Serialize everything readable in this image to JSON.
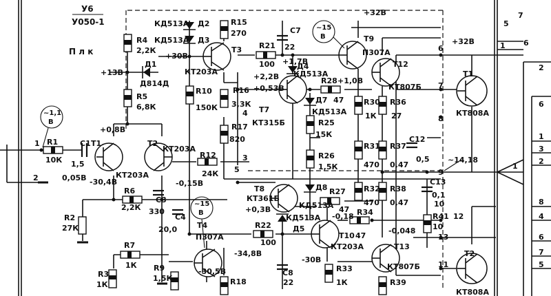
{
  "header": {
    "code_top": "У6",
    "code_bottom": "У050-1",
    "block": "П л к"
  },
  "colors": {
    "ink": "#111111",
    "paper": "#ffffff"
  },
  "transistors": [
    {
      "ref": "Т1",
      "type": "КТ203А"
    },
    {
      "ref": "Т2",
      "type": "КТ203А"
    },
    {
      "ref": "Т3",
      "type": "КТ203А"
    },
    {
      "ref": "Т4",
      "type": "П307А"
    },
    {
      "ref": "Т7",
      "type": "КТ315Б"
    },
    {
      "ref": "Т8",
      "type": "КТ361Б"
    },
    {
      "ref": "Т9",
      "type": "П307А"
    },
    {
      "ref": "Т10",
      "type": "КТ203А"
    },
    {
      "ref": "Т12",
      "type": "КТ807Б"
    },
    {
      "ref": "Т13",
      "type": "КТ807Б"
    },
    {
      "ref": "Т1",
      "type": "КТ808А"
    },
    {
      "ref": "Т2",
      "type": "КТ808А"
    }
  ],
  "resistors": [
    {
      "ref": "R1",
      "value": "10К"
    },
    {
      "ref": "R2",
      "value": "27К"
    },
    {
      "ref": "R3",
      "value": "1К"
    },
    {
      "ref": "R4",
      "value": "2,2К"
    },
    {
      "ref": "R5",
      "value": "6,8К"
    },
    {
      "ref": "R6",
      "value": "2,2К"
    },
    {
      "ref": "R7",
      "value": "1К"
    },
    {
      "ref": "R9",
      "value": "1,5К"
    },
    {
      "ref": "R10",
      "value": "150К"
    },
    {
      "ref": "R12",
      "value": "24К"
    },
    {
      "ref": "R15",
      "value": "270"
    },
    {
      "ref": "R16",
      "value": "3,3К"
    },
    {
      "ref": "R17",
      "value": "820"
    },
    {
      "ref": "R18",
      "value": ""
    },
    {
      "ref": "R21",
      "value": "100"
    },
    {
      "ref": "R22",
      "value": "100"
    },
    {
      "ref": "R25",
      "value": "15К"
    },
    {
      "ref": "R26",
      "value": "1,5К"
    },
    {
      "ref": "R27",
      "value": "47"
    },
    {
      "ref": "R28",
      "value": "47"
    },
    {
      "ref": "R30",
      "value": "1К"
    },
    {
      "ref": "R31",
      "value": "470"
    },
    {
      "ref": "R32",
      "value": "470"
    },
    {
      "ref": "R33",
      "value": "1К"
    },
    {
      "ref": "R34",
      "value": "47"
    },
    {
      "ref": "R36",
      "value": "27"
    },
    {
      "ref": "R37",
      "value": "0,47"
    },
    {
      "ref": "R38",
      "value": "0,47"
    },
    {
      "ref": "R39",
      "value": ""
    },
    {
      "ref": "R41",
      "value": "10"
    }
  ],
  "capacitors": [
    {
      "ref": "С1",
      "value": "1,5"
    },
    {
      "ref": "С3",
      "value": "330"
    },
    {
      "ref": "С4",
      "value": "20,0"
    },
    {
      "ref": "С7",
      "value": "22"
    },
    {
      "ref": "С8",
      "value": "22"
    },
    {
      "ref": "С12",
      "value": "0,5"
    },
    {
      "ref": "С13",
      "value": "0,1"
    }
  ],
  "diodes": [
    {
      "ref": "Д1",
      "type": "Д814Д"
    },
    {
      "ref": "Д2",
      "type": "КД513А"
    },
    {
      "ref": "Д3",
      "type": "КД513А"
    },
    {
      "ref": "Д4",
      "type": "КД513А"
    },
    {
      "ref": "Д5",
      "type": "КД513А"
    },
    {
      "ref": "Д7",
      "type": "КД513А"
    },
    {
      "ref": "Д8",
      "type": "КД513А"
    }
  ],
  "voltages": {
    "t1_collector": "+0,8В",
    "t1_emitter": "0,05В",
    "t1_base_neg": "-30,4В",
    "zener_supply": "+13В",
    "t3_supply": "+30В",
    "r6_node": "-0,15В",
    "t4_emitter": "-30,5В",
    "r22_node": "-34,8В",
    "t7_base": "+2,2В",
    "t7_emitter": "+0,53В",
    "d4_node": "+1,7В",
    "r28_node": "+1,0В",
    "t8_node": "+0,3В",
    "t10_base": "-0,18",
    "t10_supply": "-30В",
    "t13_node": "-0,048",
    "supply_top": "+32В",
    "supply_out": "+32В",
    "ac_in": "~1,1",
    "ac_in_unit": "В",
    "ac_t4": "~15",
    "ac_t4_unit": "В",
    "ac_t9": "~15",
    "ac_t9_unit": "В",
    "ac_out": "~14,18"
  },
  "nodes": {
    "n1": "1",
    "n2": "2",
    "n3": "3",
    "n4": "4",
    "n5": "5",
    "n6": "6",
    "n7": "7",
    "n8": "8",
    "n9": "9",
    "n10": "10",
    "n11": "11",
    "n12": "12",
    "n13": "13",
    "p1": "1"
  },
  "connector": {
    "top_left": "5",
    "top_right": "7",
    "b6": "6",
    "b1": "1",
    "c2": "2",
    "c6": "6",
    "c1a": "1",
    "c3": "3",
    "c2b": "2",
    "c8": "8",
    "c4": "4",
    "c6b": "6",
    "c7": "7",
    "c5": "5"
  }
}
